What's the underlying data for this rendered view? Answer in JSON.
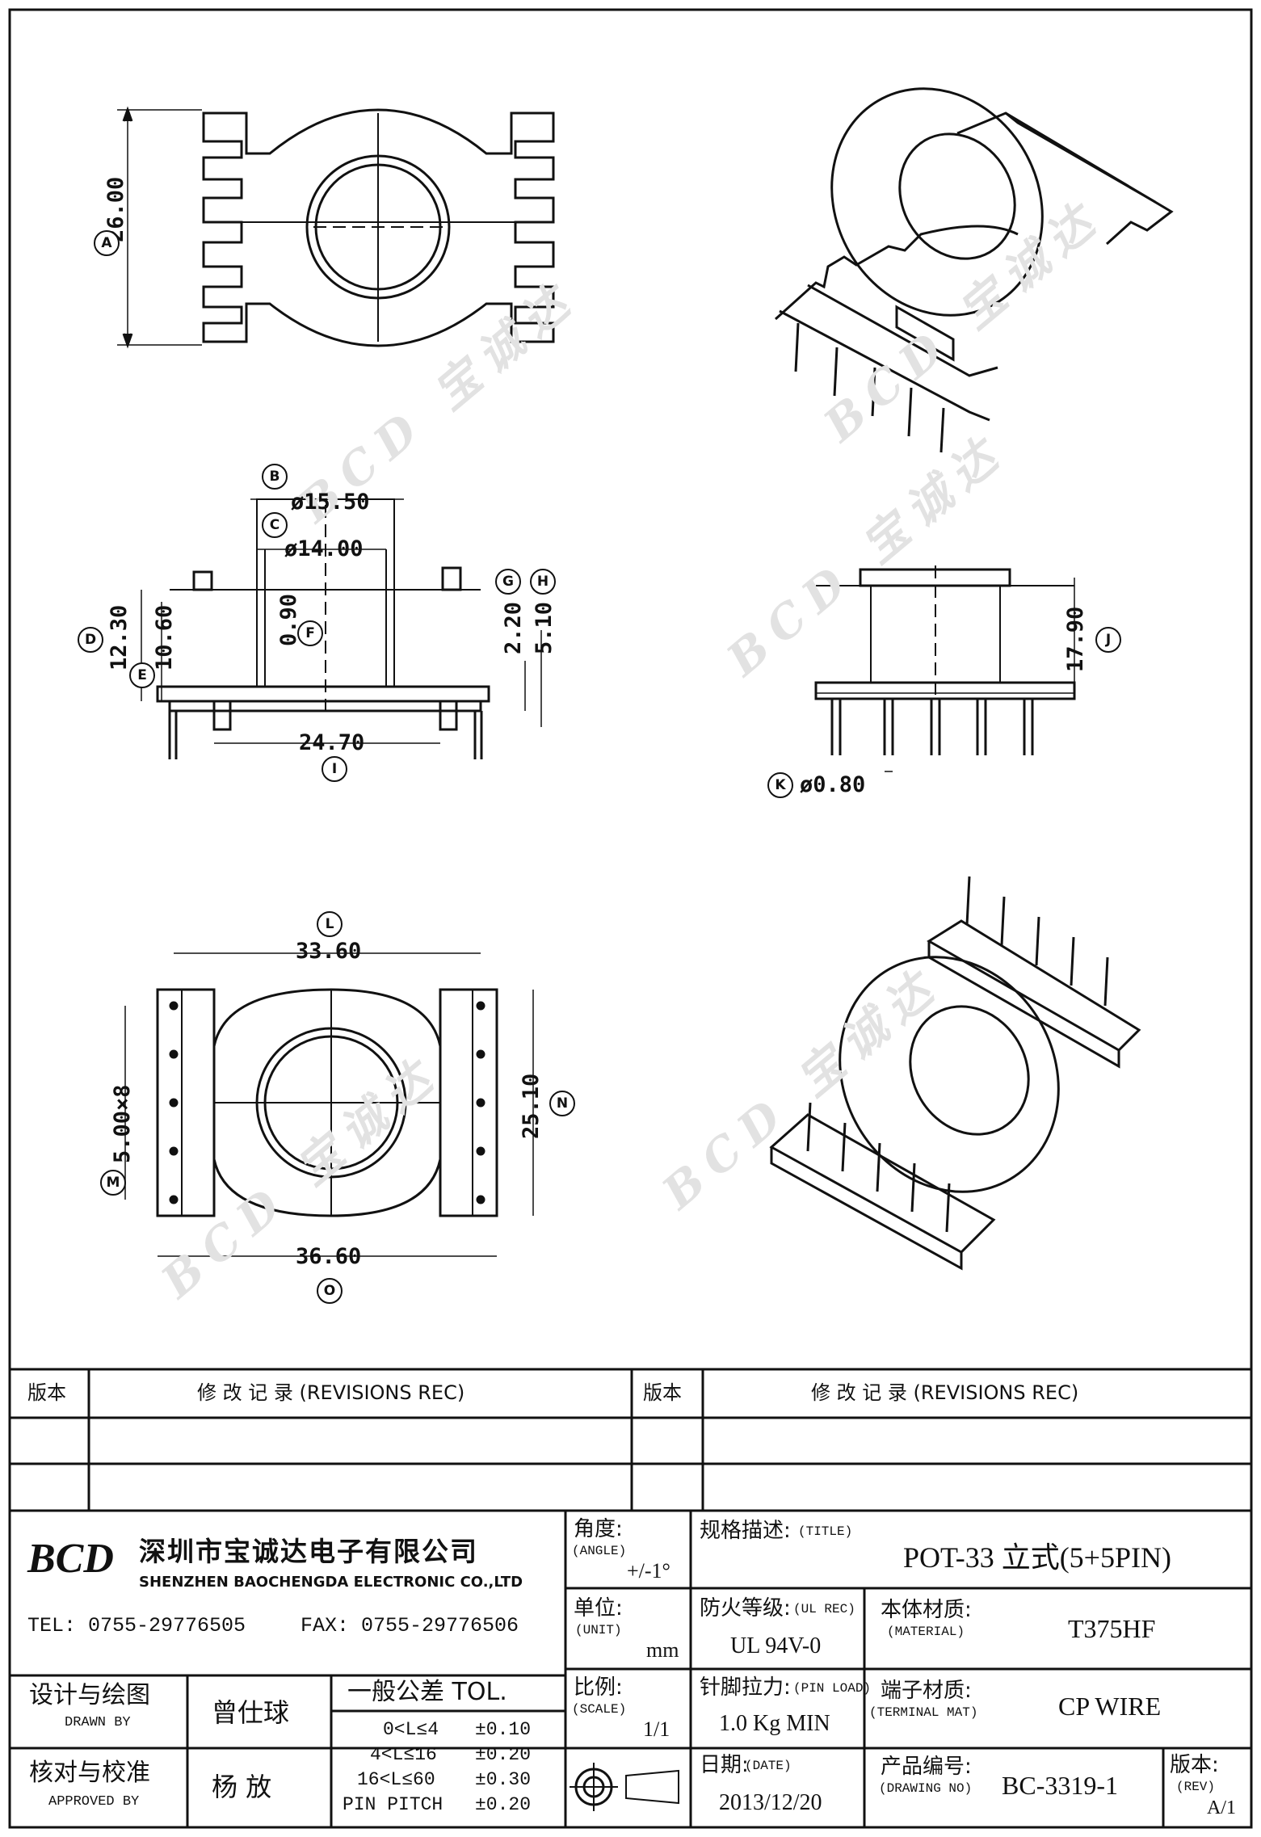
{
  "watermark": "BCD 宝诚达",
  "markers": [
    "A",
    "B",
    "C",
    "D",
    "E",
    "F",
    "G",
    "H",
    "I",
    "J",
    "K",
    "L",
    "M",
    "N",
    "O"
  ],
  "dimensions": {
    "height_a": "26.00",
    "dia_b": "ø15.50",
    "dia_c": "ø14.00",
    "d_12_30": "12.30",
    "d_10_60": "10.60",
    "d_0_90": "0.90",
    "d_2_20": "2.20",
    "d_5_10": "5.10",
    "d_24_70": "24.70",
    "d_17_90": "17.90",
    "pin_dia": "ø0.80",
    "d_33_60": "33.60",
    "pitch": "5.00×8",
    "d_25_10": "25.10",
    "d_36_60": "36.60"
  },
  "revisions": {
    "ver_label": "版本",
    "rec_label": "修  改  记  录  (REVISIONS REC)"
  },
  "company": {
    "logo": "BCD",
    "name_cn": "深圳市宝诚达电子有限公司",
    "name_en": "SHENZHEN BAOCHENGDA ELECTRONIC CO.,LTD",
    "tel": "TEL: 0755-29776505",
    "fax": "FAX: 0755-29776506"
  },
  "title_block": {
    "angle_label": "角度:",
    "angle_en": "(ANGLE)",
    "angle_value": "+/-1°",
    "title_label": "规格描述:",
    "title_en": "(TITLE)",
    "title_value": "POT-33 立式(5+5PIN)",
    "unit_label": "单位:",
    "unit_en": "(UNIT)",
    "unit_value": "mm",
    "fire_label": "防火等级:",
    "fire_en": "(UL REC)",
    "fire_value": "UL 94V-0",
    "material_label": "本体材质:",
    "material_en": "(MATERIAL)",
    "material_value": "T375HF",
    "scale_label": "比例:",
    "scale_en": "(SCALE)",
    "scale_value": "1/1",
    "pinload_label": "针脚拉力:",
    "pinload_en": "(PIN LOAD)",
    "pinload_value": "1.0 Kg MIN",
    "terminal_label": "端子材质:",
    "terminal_en": "(TERMINAL MAT)",
    "terminal_value": "CP WIRE",
    "date_label": "日期:",
    "date_en": "(DATE)",
    "date_value": "2013/12/20",
    "drawno_label": "产品编号:",
    "drawno_en": "(DRAWING NO)",
    "drawno_value": "BC-3319-1",
    "rev_label": "版本:",
    "rev_en": "(REV)",
    "rev_value": "A/1",
    "drawn_label": "设计与绘图",
    "drawn_en": "DRAWN BY",
    "drawn_name": "曾仕球",
    "approved_label": "核对与校准",
    "approved_en": "APPROVED BY",
    "approved_name": "杨  放",
    "tol_title": "一般公差 TOL.",
    "tol_rows": [
      {
        "range": "0<L≤4",
        "value": "±0.10"
      },
      {
        "range": "4<L≤16",
        "value": "±0.20"
      },
      {
        "range": "16<L≤60",
        "value": "±0.30"
      },
      {
        "range": "PIN PITCH",
        "value": "±0.20"
      }
    ]
  }
}
